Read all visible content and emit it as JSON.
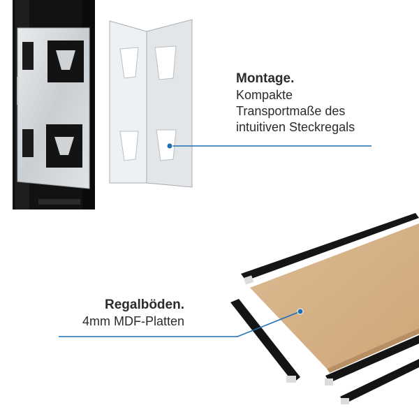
{
  "colors": {
    "accent_line": "#1f6fb5",
    "text": "#2b2b2b",
    "frame_black": "#111111",
    "steel": "#cfd3d6",
    "board": "#d8b48a"
  },
  "montage": {
    "title": "Montage.",
    "lines": [
      "Kompakte",
      "Transportmaße des",
      "intuitiven Steckregals"
    ]
  },
  "regal": {
    "title": "Regalböden.",
    "lines": [
      "4mm MDF-Platten"
    ]
  }
}
